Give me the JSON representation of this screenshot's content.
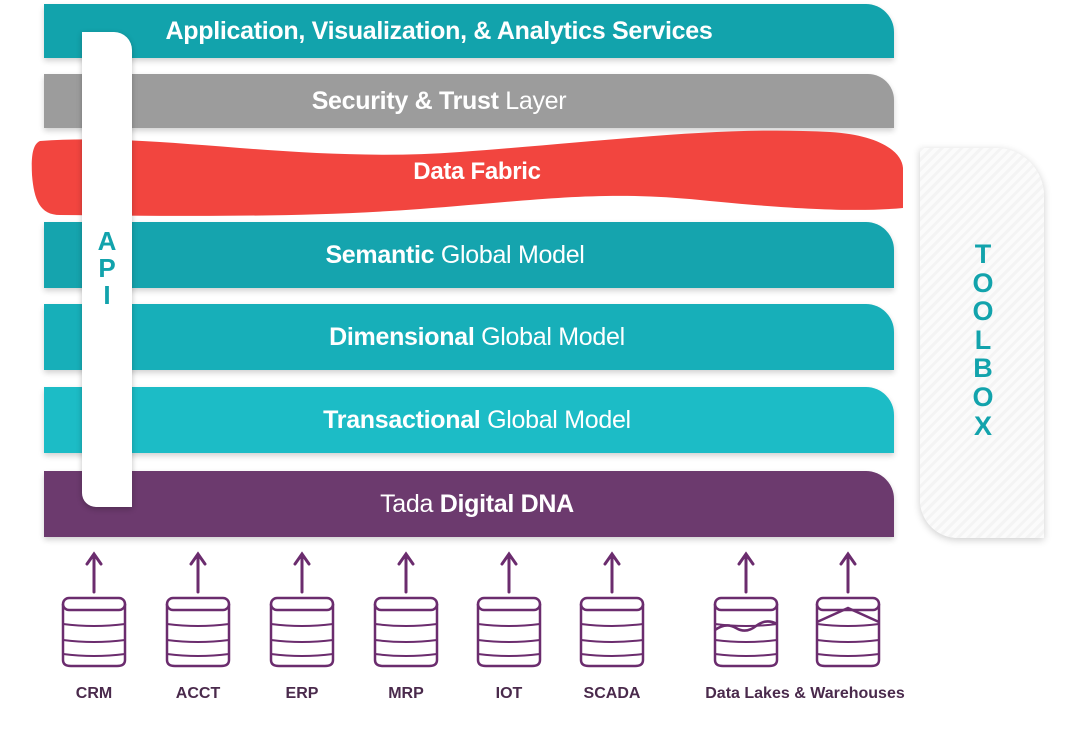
{
  "layers": {
    "app": {
      "bold": "Application, Visualization, & Analytics Services",
      "normal": ""
    },
    "security": {
      "bold": "Security & Trust",
      "normal": " Layer"
    },
    "fabric": {
      "bold": "Data Fabric"
    },
    "semantic": {
      "bold": "Semantic",
      "normal": " Global Model"
    },
    "dimensional": {
      "bold": "Dimensional",
      "normal": " Global Model"
    },
    "transactional": {
      "bold": "Transactional",
      "normal": " Global Model"
    },
    "dna": {
      "normal": "Tada ",
      "bold": "Digital DNA"
    }
  },
  "api": {
    "letters": [
      "A",
      "P",
      "I"
    ]
  },
  "toolbox": {
    "letters": [
      "T",
      "O",
      "O",
      "L",
      "B",
      "O",
      "X"
    ]
  },
  "sources": [
    "CRM",
    "ACCT",
    "ERP",
    "MRP",
    "IOT",
    "SCADA"
  ],
  "lakes_label": "Data Lakes & Warehouses",
  "colors": {
    "teal": "#12a3ac",
    "gray": "#9c9c9c",
    "fabric_red": "#f2453f",
    "purple": "#6c3a6e",
    "arrow": "#6b2c6e"
  }
}
